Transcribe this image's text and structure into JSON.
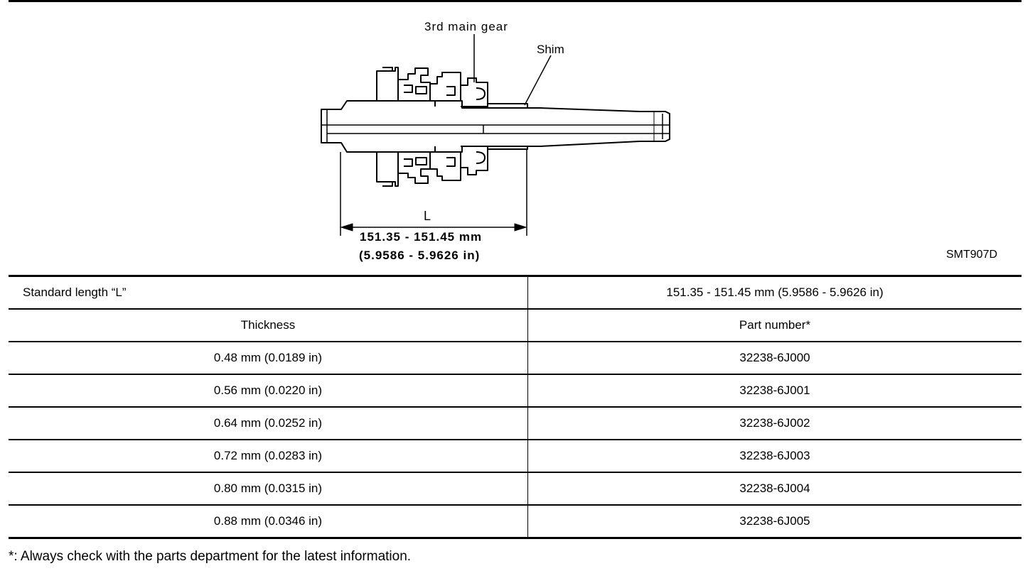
{
  "figure": {
    "label_gear": "3rd main gear",
    "label_shim": "Shim",
    "dim_label": "L",
    "dim_mm": "151.35 - 151.45 mm",
    "dim_in": "(5.9586 - 5.9626 in)",
    "figure_id": "SMT907D"
  },
  "table": {
    "standard_label": "Standard length “L”",
    "standard_value": "151.35 - 151.45 mm (5.9586 - 5.9626 in)",
    "headers": [
      "Thickness",
      "Part number*"
    ],
    "rows": [
      {
        "thickness": "0.48 mm (0.0189 in)",
        "part": "32238-6J000"
      },
      {
        "thickness": "0.56 mm (0.0220 in)",
        "part": "32238-6J001"
      },
      {
        "thickness": "0.64 mm (0.0252 in)",
        "part": "32238-6J002"
      },
      {
        "thickness": "0.72 mm (0.0283 in)",
        "part": "32238-6J003"
      },
      {
        "thickness": "0.80 mm (0.0315 in)",
        "part": "32238-6J004"
      },
      {
        "thickness": "0.88 mm (0.0346 in)",
        "part": "32238-6J005"
      }
    ]
  },
  "footnote": "*: Always check with the parts department for the latest information."
}
